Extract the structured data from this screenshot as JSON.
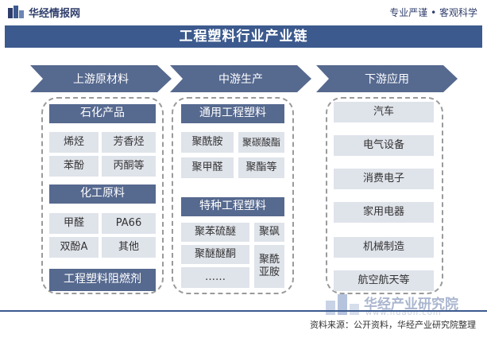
{
  "header": {
    "brand": "华经情报网",
    "slogan": "专业严谨 • 客观科学"
  },
  "title": "工程塑料行业产业链",
  "columns": {
    "upstream": {
      "header": "上游原材料",
      "group1": {
        "label": "石化产品",
        "items": [
          "烯烃",
          "芳香烃",
          "苯酚",
          "丙酮等"
        ]
      },
      "group2": {
        "label": "化工原料",
        "items": [
          "甲醛",
          "PA66",
          "双酚A",
          "其他"
        ]
      },
      "group3": {
        "label": "工程塑料阻燃剂"
      }
    },
    "midstream": {
      "header": "中游生产",
      "group1": {
        "label": "通用工程塑料",
        "items": [
          "聚酰胺",
          "聚碳酸酯",
          "聚甲醛",
          "聚酯等"
        ]
      },
      "group2": {
        "label": "特种工程塑料",
        "items": [
          "聚苯硫醚",
          "聚砜",
          "聚醚醚酮",
          "聚酰亚胺",
          "……"
        ]
      }
    },
    "downstream": {
      "header": "下游应用",
      "items": [
        "汽车",
        "电气设备",
        "消费电子",
        "家用电器",
        "机械制造",
        "航空航天等"
      ]
    }
  },
  "footer": {
    "source": "资料来源：公开资料，华经产业研究院整理",
    "watermark_brand": "华经产业研究院",
    "watermark_url": "www.huaon.com"
  },
  "colors": {
    "navy": "#3c5a8e",
    "box_dark": "#56698f",
    "box_light": "#dfe3ea",
    "panel_border": "#9a9a9a"
  }
}
